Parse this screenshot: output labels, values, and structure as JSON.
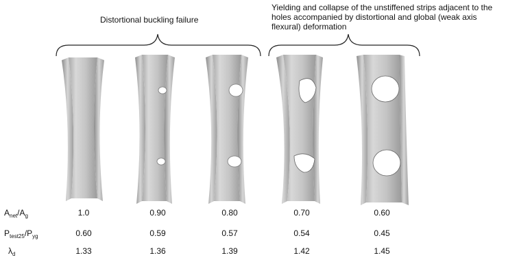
{
  "captions": {
    "left": "Distortional buckling failure",
    "right": "Yielding and collapse of the unstiffened strips adjacent to the holes accompanied by distortional and global (weak axis flexural) deformation"
  },
  "table": {
    "rows": [
      {
        "label_main": "A",
        "label_sub": "net",
        "label_main2": "/A",
        "label_sub2": "g",
        "values": [
          "1.0",
          "0.90",
          "0.80",
          "0.70",
          "0.60"
        ]
      },
      {
        "label_main": "P",
        "label_sub": "test25",
        "label_main2": "/P",
        "label_sub2": "yg",
        "values": [
          "0.60",
          "0.59",
          "0.57",
          "0.54",
          "0.45"
        ]
      },
      {
        "label_main": "λ",
        "label_sub": "d",
        "label_main2": "",
        "label_sub2": "",
        "values": [
          "1.33",
          "1.36",
          "1.39",
          "1.42",
          "1.45"
        ]
      }
    ]
  },
  "specimens": [
    {
      "holes": "none"
    },
    {
      "holes": "small"
    },
    {
      "holes": "medium"
    },
    {
      "holes": "large"
    },
    {
      "holes": "largest"
    }
  ],
  "colors": {
    "steel_light": "#dcdcdc",
    "steel_mid": "#b4b4b4",
    "steel_dark": "#7a7a7a",
    "hole": "#ffffff"
  }
}
